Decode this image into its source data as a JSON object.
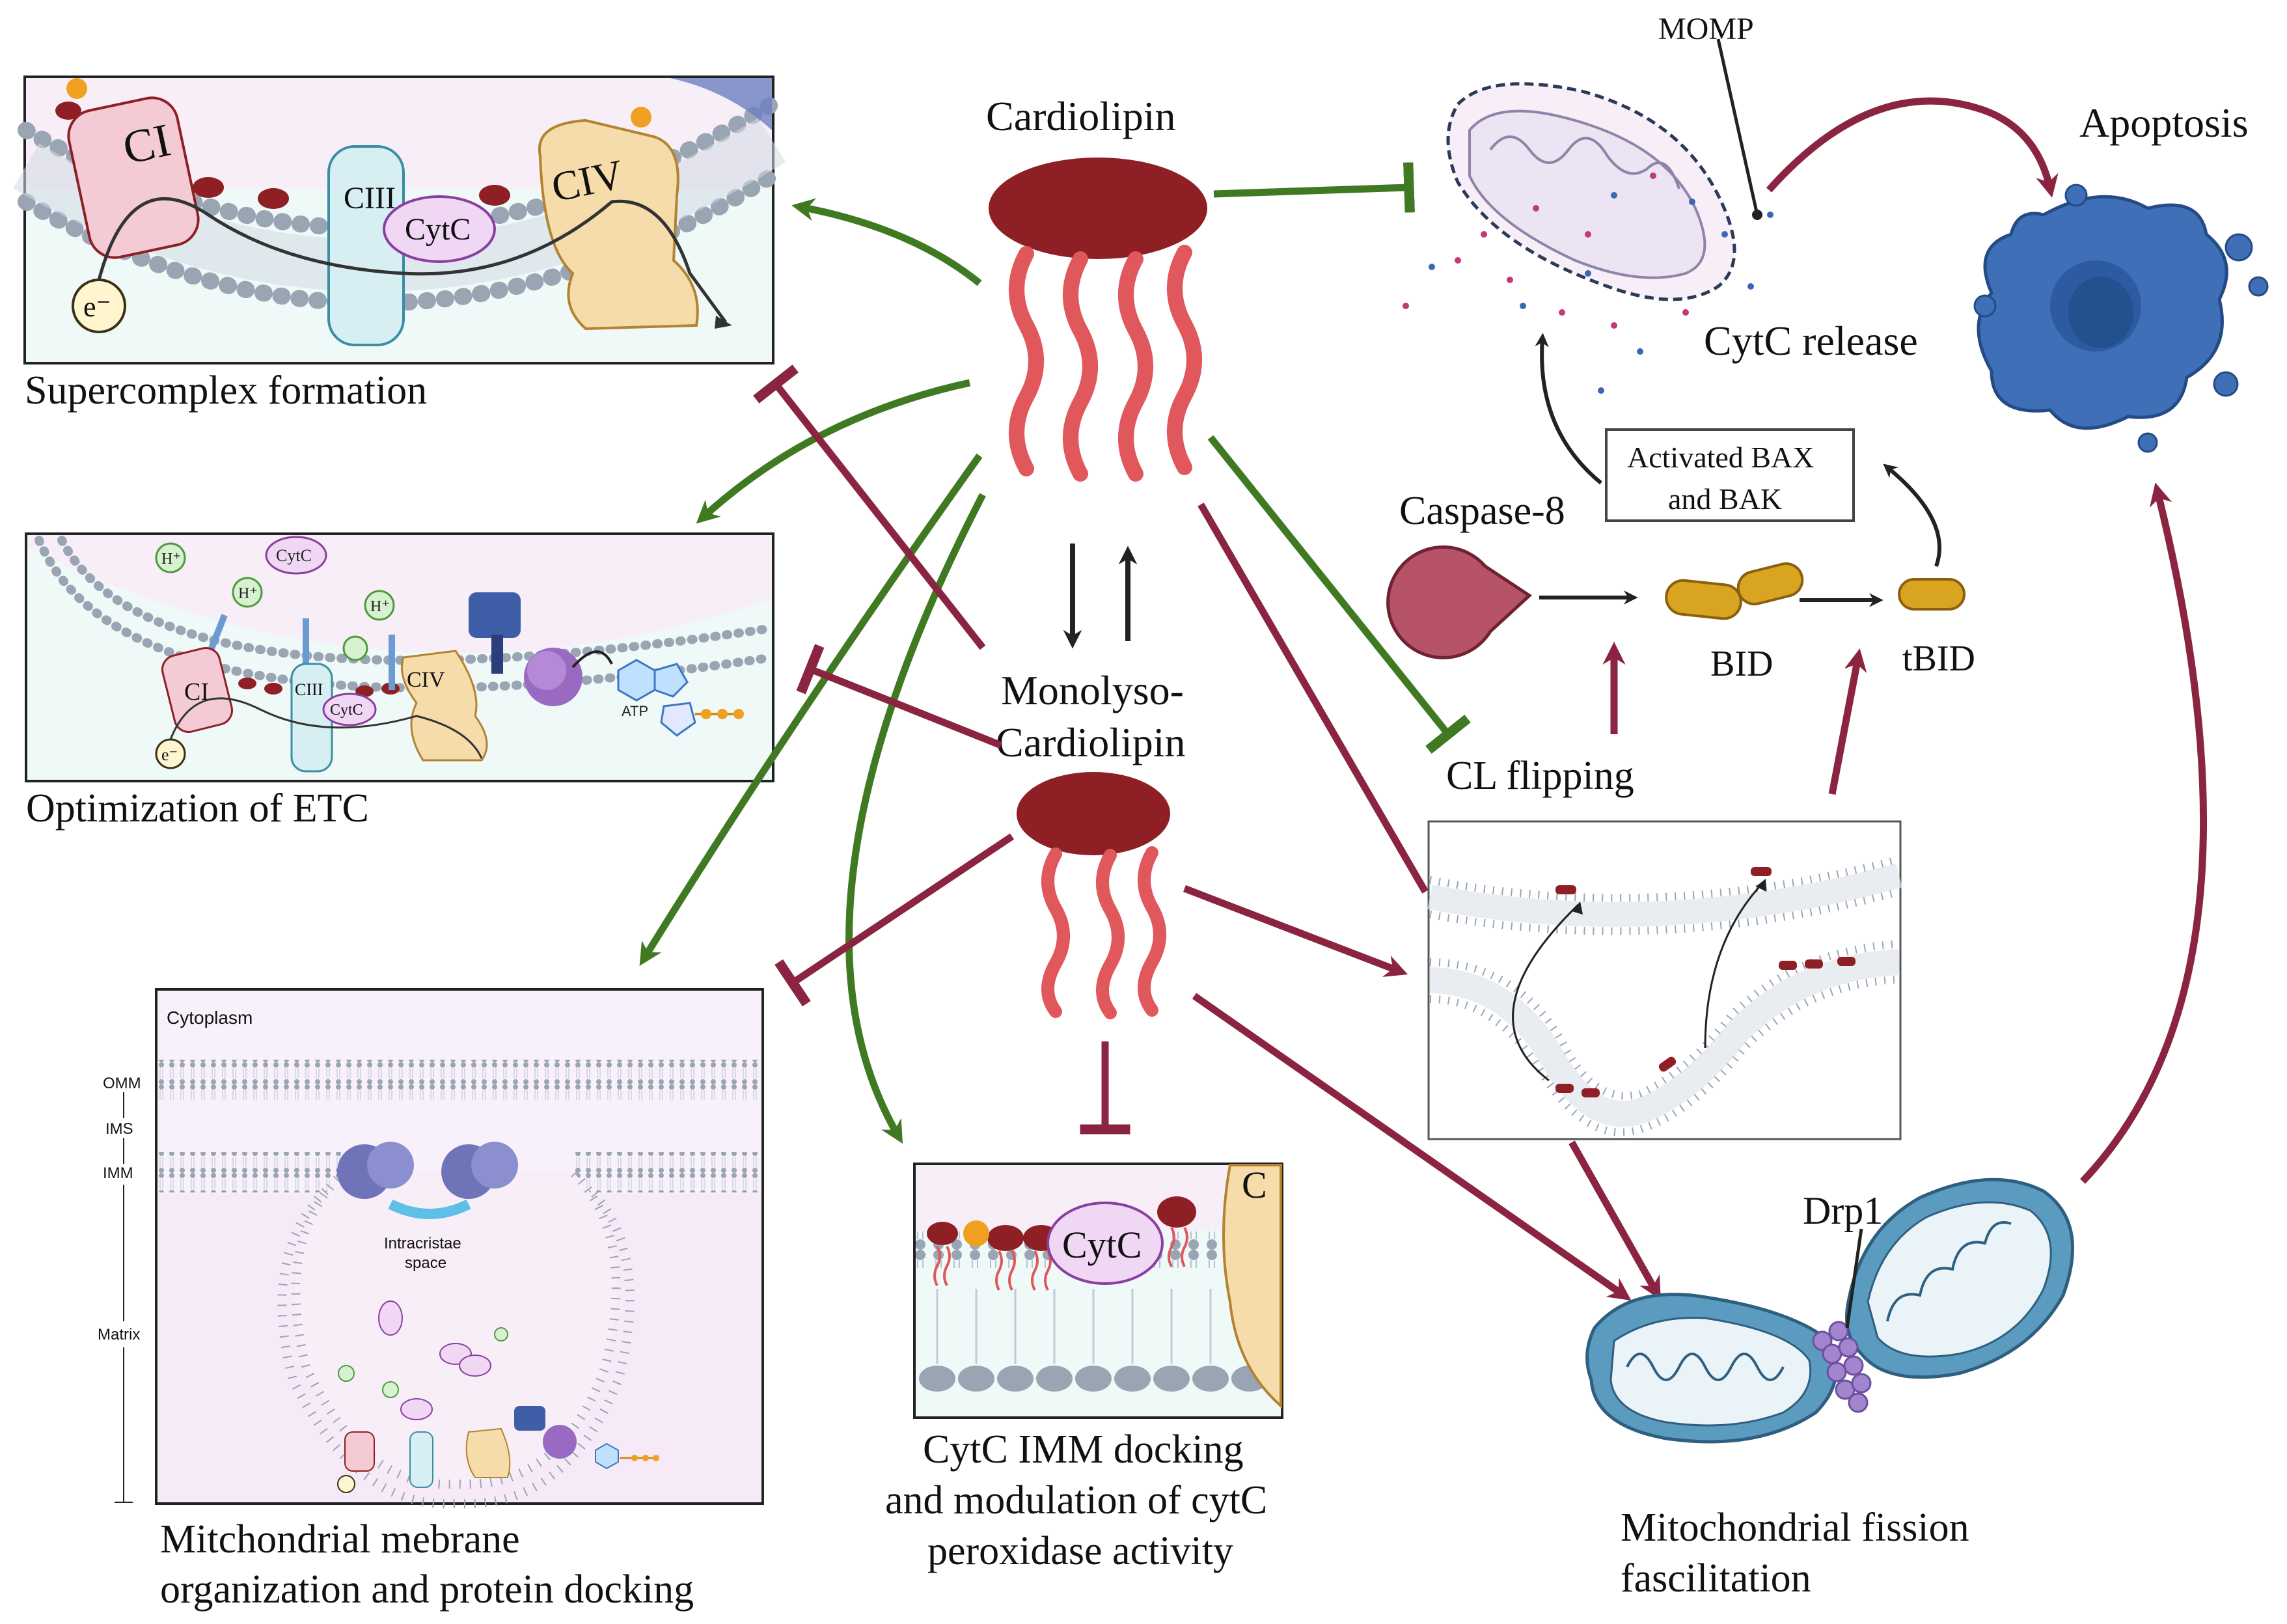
{
  "labels": {
    "cardiolipin": "Cardiolipin",
    "monolyso_line1": "Monolyso-",
    "monolyso_line2": "Cardiolipin",
    "supercomplex": "Supercomplex formation",
    "optimization": "Optimization of ETC",
    "membrane_line1": "Mitchondrial mebrane",
    "membrane_line2": "organization and protein docking",
    "cytc_dock_line1": "CytC IMM docking",
    "cytc_dock_line2": "and modulation of cytC",
    "cytc_dock_line3": "peroxidase activity",
    "momp": "MOMP",
    "apoptosis": "Apoptosis",
    "cytc_release": "CytC release",
    "bax_line1": "Activated BAX",
    "bax_line2": "and BAK",
    "caspase8": "Caspase-8",
    "bid": "BID",
    "tbid": "tBID",
    "cl_flipping": "CL flipping",
    "drp1": "Drp1",
    "fission_line1": "Mitochondrial fission",
    "fission_line2": "fascilitation"
  },
  "panel_labels": {
    "ci": "CI",
    "ciii": "CIII",
    "cytc": "CytC",
    "civ": "CIV",
    "electron": "e⁻",
    "hplus": "H⁺",
    "atp": "ATP",
    "cytoplasm": "Cytoplasm",
    "omm": "OMM",
    "ims": "IMS",
    "imm": "IMM",
    "matrix": "Matrix",
    "intracristae_line1": "Intracristae",
    "intracristae_line2": "space",
    "civ_partial": "C"
  },
  "colors": {
    "cardiolipin_dark": "#8e1f24",
    "tail_red": "#e0585c",
    "promote_green": "#3f7a22",
    "inhibit_maroon": "#8b2440",
    "black_arrow": "#222222",
    "apoptotic_cell": "#3f6fb6",
    "mito_blue": "#5b9bc0"
  },
  "icons": {
    "cardiolipin_lipid": "lipid-molecule-icon",
    "apoptotic_cell": "apoptotic-cell-icon",
    "mitochondrion": "mitochondrion-icon",
    "caspase": "caspase-pacman-icon",
    "bid_protein": "capsule-protein-icon"
  }
}
